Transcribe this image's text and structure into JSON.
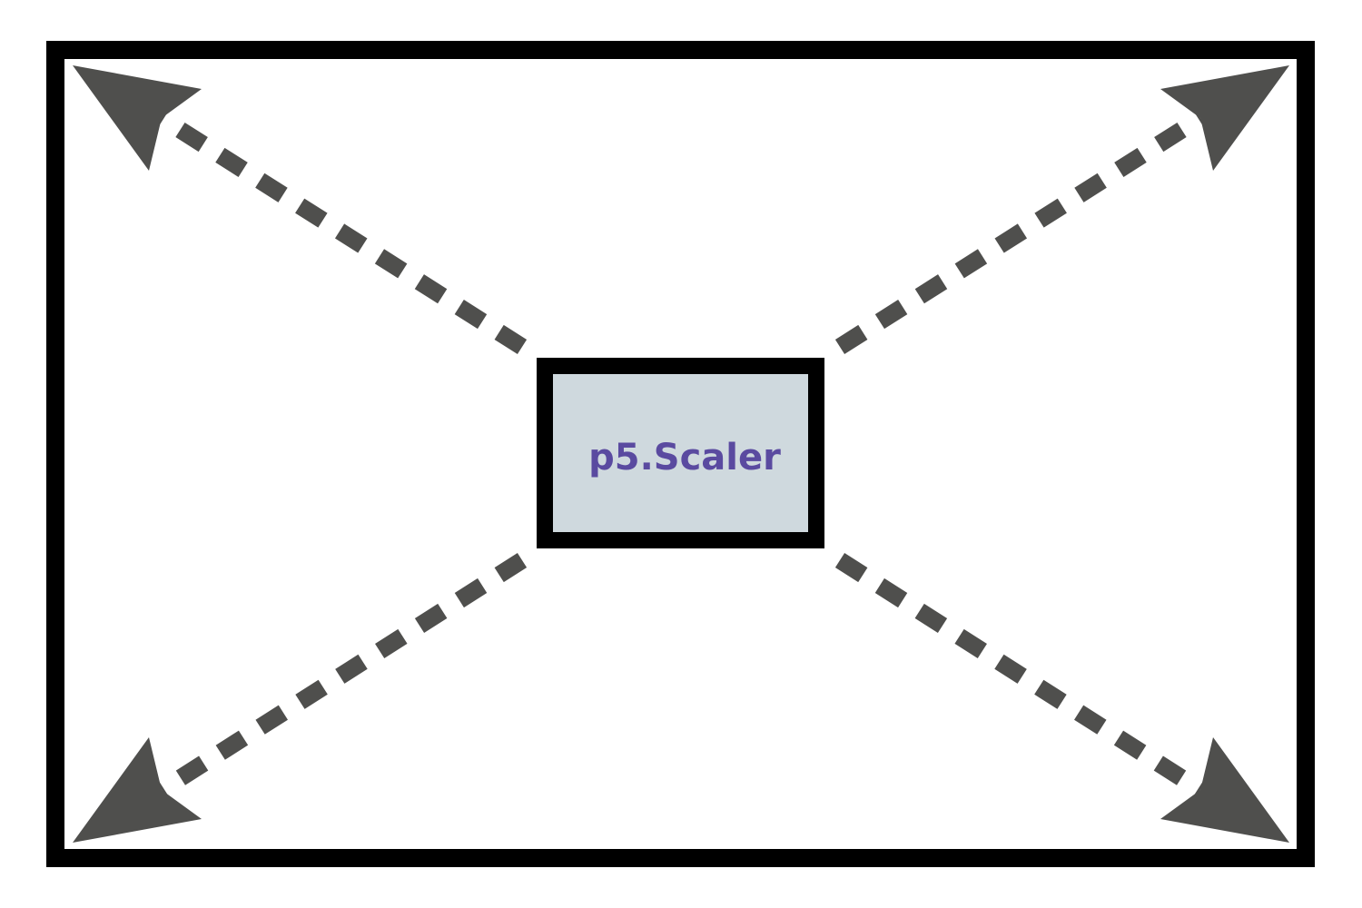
{
  "diagram": {
    "center_label": "p5.Scaler",
    "colors": {
      "frame": "#000000",
      "arrow": "#4f4f4d",
      "center_fill": "#cfd9de",
      "center_border": "#000000",
      "label": "#5a4aa0",
      "background": "#ffffff"
    },
    "arrow_directions": [
      "top-left",
      "top-right",
      "bottom-left",
      "bottom-right"
    ],
    "arrow_style": "dashed",
    "arrow_icon": "arrowhead-icon"
  }
}
